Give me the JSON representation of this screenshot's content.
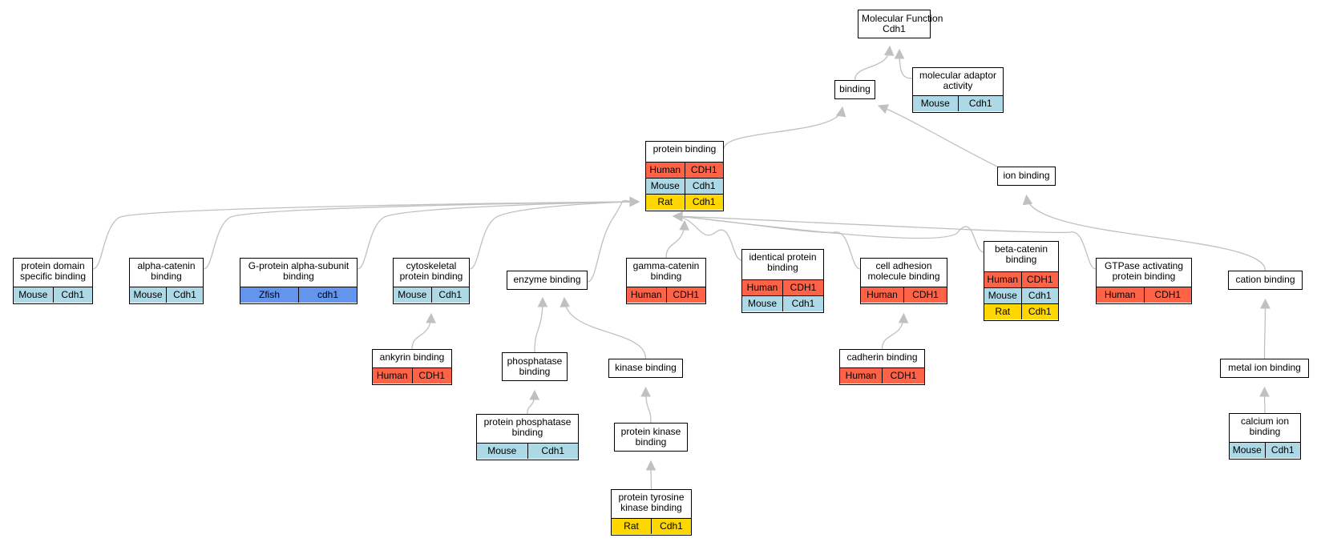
{
  "colors": {
    "Human": "#ff6347",
    "Mouse": "#add8e6",
    "Rat": "#ffd700",
    "Zfish": "#6495ed",
    "edge": "#c0c0c0"
  },
  "nodes": [
    {
      "id": "root",
      "title": "Molecular Function\nCdh1",
      "rows": []
    },
    {
      "id": "binding",
      "title": "binding",
      "rows": []
    },
    {
      "id": "adaptor",
      "title": "molecular adaptor\nactivity",
      "rows": [
        [
          "Mouse",
          "Cdh1"
        ]
      ]
    },
    {
      "id": "protein-binding",
      "title": "protein binding",
      "rows": [
        [
          "Human",
          "CDH1"
        ],
        [
          "Mouse",
          "Cdh1"
        ],
        [
          "Rat",
          "Cdh1"
        ]
      ]
    },
    {
      "id": "ion-binding",
      "title": "ion binding",
      "rows": []
    },
    {
      "id": "domain",
      "title": "protein domain\nspecific binding",
      "rows": [
        [
          "Mouse",
          "Cdh1"
        ]
      ]
    },
    {
      "id": "alpha-catenin",
      "title": "alpha-catenin\nbinding",
      "rows": [
        [
          "Mouse",
          "Cdh1"
        ]
      ]
    },
    {
      "id": "gprotein",
      "title": "G-protein alpha-subunit\nbinding",
      "rows": [
        [
          "Zfish",
          "cdh1"
        ]
      ]
    },
    {
      "id": "cytoskeletal",
      "title": "cytoskeletal\nprotein binding",
      "rows": [
        [
          "Mouse",
          "Cdh1"
        ]
      ]
    },
    {
      "id": "enzyme",
      "title": "enzyme binding",
      "rows": []
    },
    {
      "id": "gamma",
      "title": "gamma-catenin\nbinding",
      "rows": [
        [
          "Human",
          "CDH1"
        ]
      ]
    },
    {
      "id": "identical",
      "title": "identical protein\nbinding",
      "rows": [
        [
          "Human",
          "CDH1"
        ],
        [
          "Mouse",
          "Cdh1"
        ]
      ]
    },
    {
      "id": "adhesion",
      "title": "cell adhesion\nmolecule binding",
      "rows": [
        [
          "Human",
          "CDH1"
        ]
      ]
    },
    {
      "id": "beta",
      "title": "beta-catenin\nbinding",
      "rows": [
        [
          "Human",
          "CDH1"
        ],
        [
          "Mouse",
          "Cdh1"
        ],
        [
          "Rat",
          "Cdh1"
        ]
      ]
    },
    {
      "id": "gtpase",
      "title": "GTPase activating\nprotein binding",
      "rows": [
        [
          "Human",
          "CDH1"
        ]
      ]
    },
    {
      "id": "cation",
      "title": "cation binding",
      "rows": []
    },
    {
      "id": "ankyrin",
      "title": "ankyrin binding",
      "rows": [
        [
          "Human",
          "CDH1"
        ]
      ]
    },
    {
      "id": "phosphatase",
      "title": "phosphatase\nbinding",
      "rows": []
    },
    {
      "id": "kinase",
      "title": "kinase binding",
      "rows": []
    },
    {
      "id": "cadherin",
      "title": "cadherin binding",
      "rows": [
        [
          "Human",
          "CDH1"
        ]
      ]
    },
    {
      "id": "metal",
      "title": "metal ion binding",
      "rows": []
    },
    {
      "id": "prot-phosphatase",
      "title": "protein phosphatase\nbinding",
      "rows": [
        [
          "Mouse",
          "Cdh1"
        ]
      ]
    },
    {
      "id": "prot-kinase",
      "title": "protein kinase\nbinding",
      "rows": []
    },
    {
      "id": "calcium",
      "title": "calcium ion\nbinding",
      "rows": [
        [
          "Mouse",
          "Cdh1"
        ]
      ]
    },
    {
      "id": "tyrosine",
      "title": "protein tyrosine\nkinase binding",
      "rows": [
        [
          "Rat",
          "Cdh1"
        ]
      ]
    }
  ],
  "edges": [
    [
      "binding",
      "root"
    ],
    [
      "adaptor",
      "root"
    ],
    [
      "protein-binding",
      "binding"
    ],
    [
      "ion-binding",
      "binding"
    ],
    [
      "domain",
      "protein-binding"
    ],
    [
      "alpha-catenin",
      "protein-binding"
    ],
    [
      "gprotein",
      "protein-binding"
    ],
    [
      "cytoskeletal",
      "protein-binding"
    ],
    [
      "enzyme",
      "protein-binding"
    ],
    [
      "gamma",
      "protein-binding"
    ],
    [
      "identical",
      "protein-binding"
    ],
    [
      "adhesion",
      "protein-binding"
    ],
    [
      "beta",
      "protein-binding"
    ],
    [
      "gtpase",
      "protein-binding"
    ],
    [
      "cation",
      "ion-binding"
    ],
    [
      "ankyrin",
      "cytoskeletal"
    ],
    [
      "phosphatase",
      "enzyme"
    ],
    [
      "kinase",
      "enzyme"
    ],
    [
      "cadherin",
      "adhesion"
    ],
    [
      "metal",
      "cation"
    ],
    [
      "prot-phosphatase",
      "phosphatase"
    ],
    [
      "prot-kinase",
      "kinase"
    ],
    [
      "calcium",
      "metal"
    ],
    [
      "tyrosine",
      "prot-kinase"
    ]
  ]
}
